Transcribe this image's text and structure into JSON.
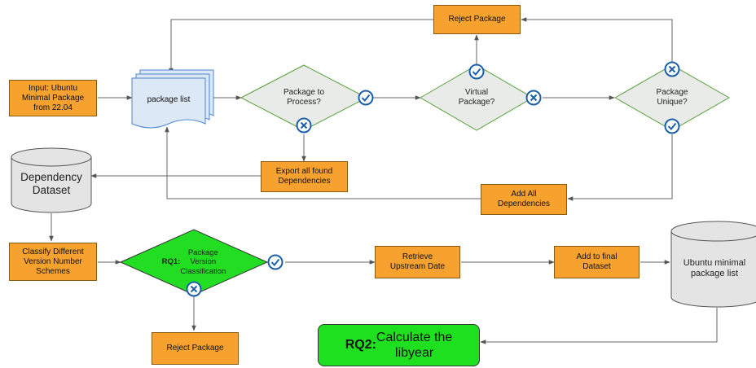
{
  "diagram": {
    "input_box": "Input: Ubuntu\nMinimal Package\nfrom 22.04",
    "package_list": "package list",
    "decision_process": "Package to\nProcess?",
    "decision_virtual": "Virtual\nPackage?",
    "decision_unique": "Package\nUnique?",
    "reject_top": "Reject Package",
    "export_box": "Export all found\nDependencies",
    "add_all_box": "Add All\nDependencies",
    "dependency_dataset": "Dependency\nDataset",
    "classify_box": "Classify Different\nVersion Number\nSchemes",
    "rq1_title": "RQ1:",
    "rq1_text": " Package\nVersion\nClassification",
    "retrieve_box": "Retrieve\nUpstream Date",
    "add_final_box": "Add to final\nDataset",
    "ubuntu_list": "Ubuntu minimal\npackage list",
    "reject_bottom": "Reject Package",
    "rq2_title": "RQ2:",
    "rq2_text": " Calculate the\nlibyear"
  },
  "colors": {
    "process_box": "#f7a12e",
    "decision_fill": "#e8ebe8",
    "decision_stroke": "#5aa03c",
    "rq1_fill": "#22dd22",
    "rq2_fill": "#1fe01f",
    "badge": "#1a5fa8",
    "document_fill": "#dde8f6",
    "cylinder_fill": "#e4e4e4",
    "arrow": "#555555"
  },
  "icons": {
    "yes": "check-circle-icon",
    "no": "x-circle-icon"
  }
}
